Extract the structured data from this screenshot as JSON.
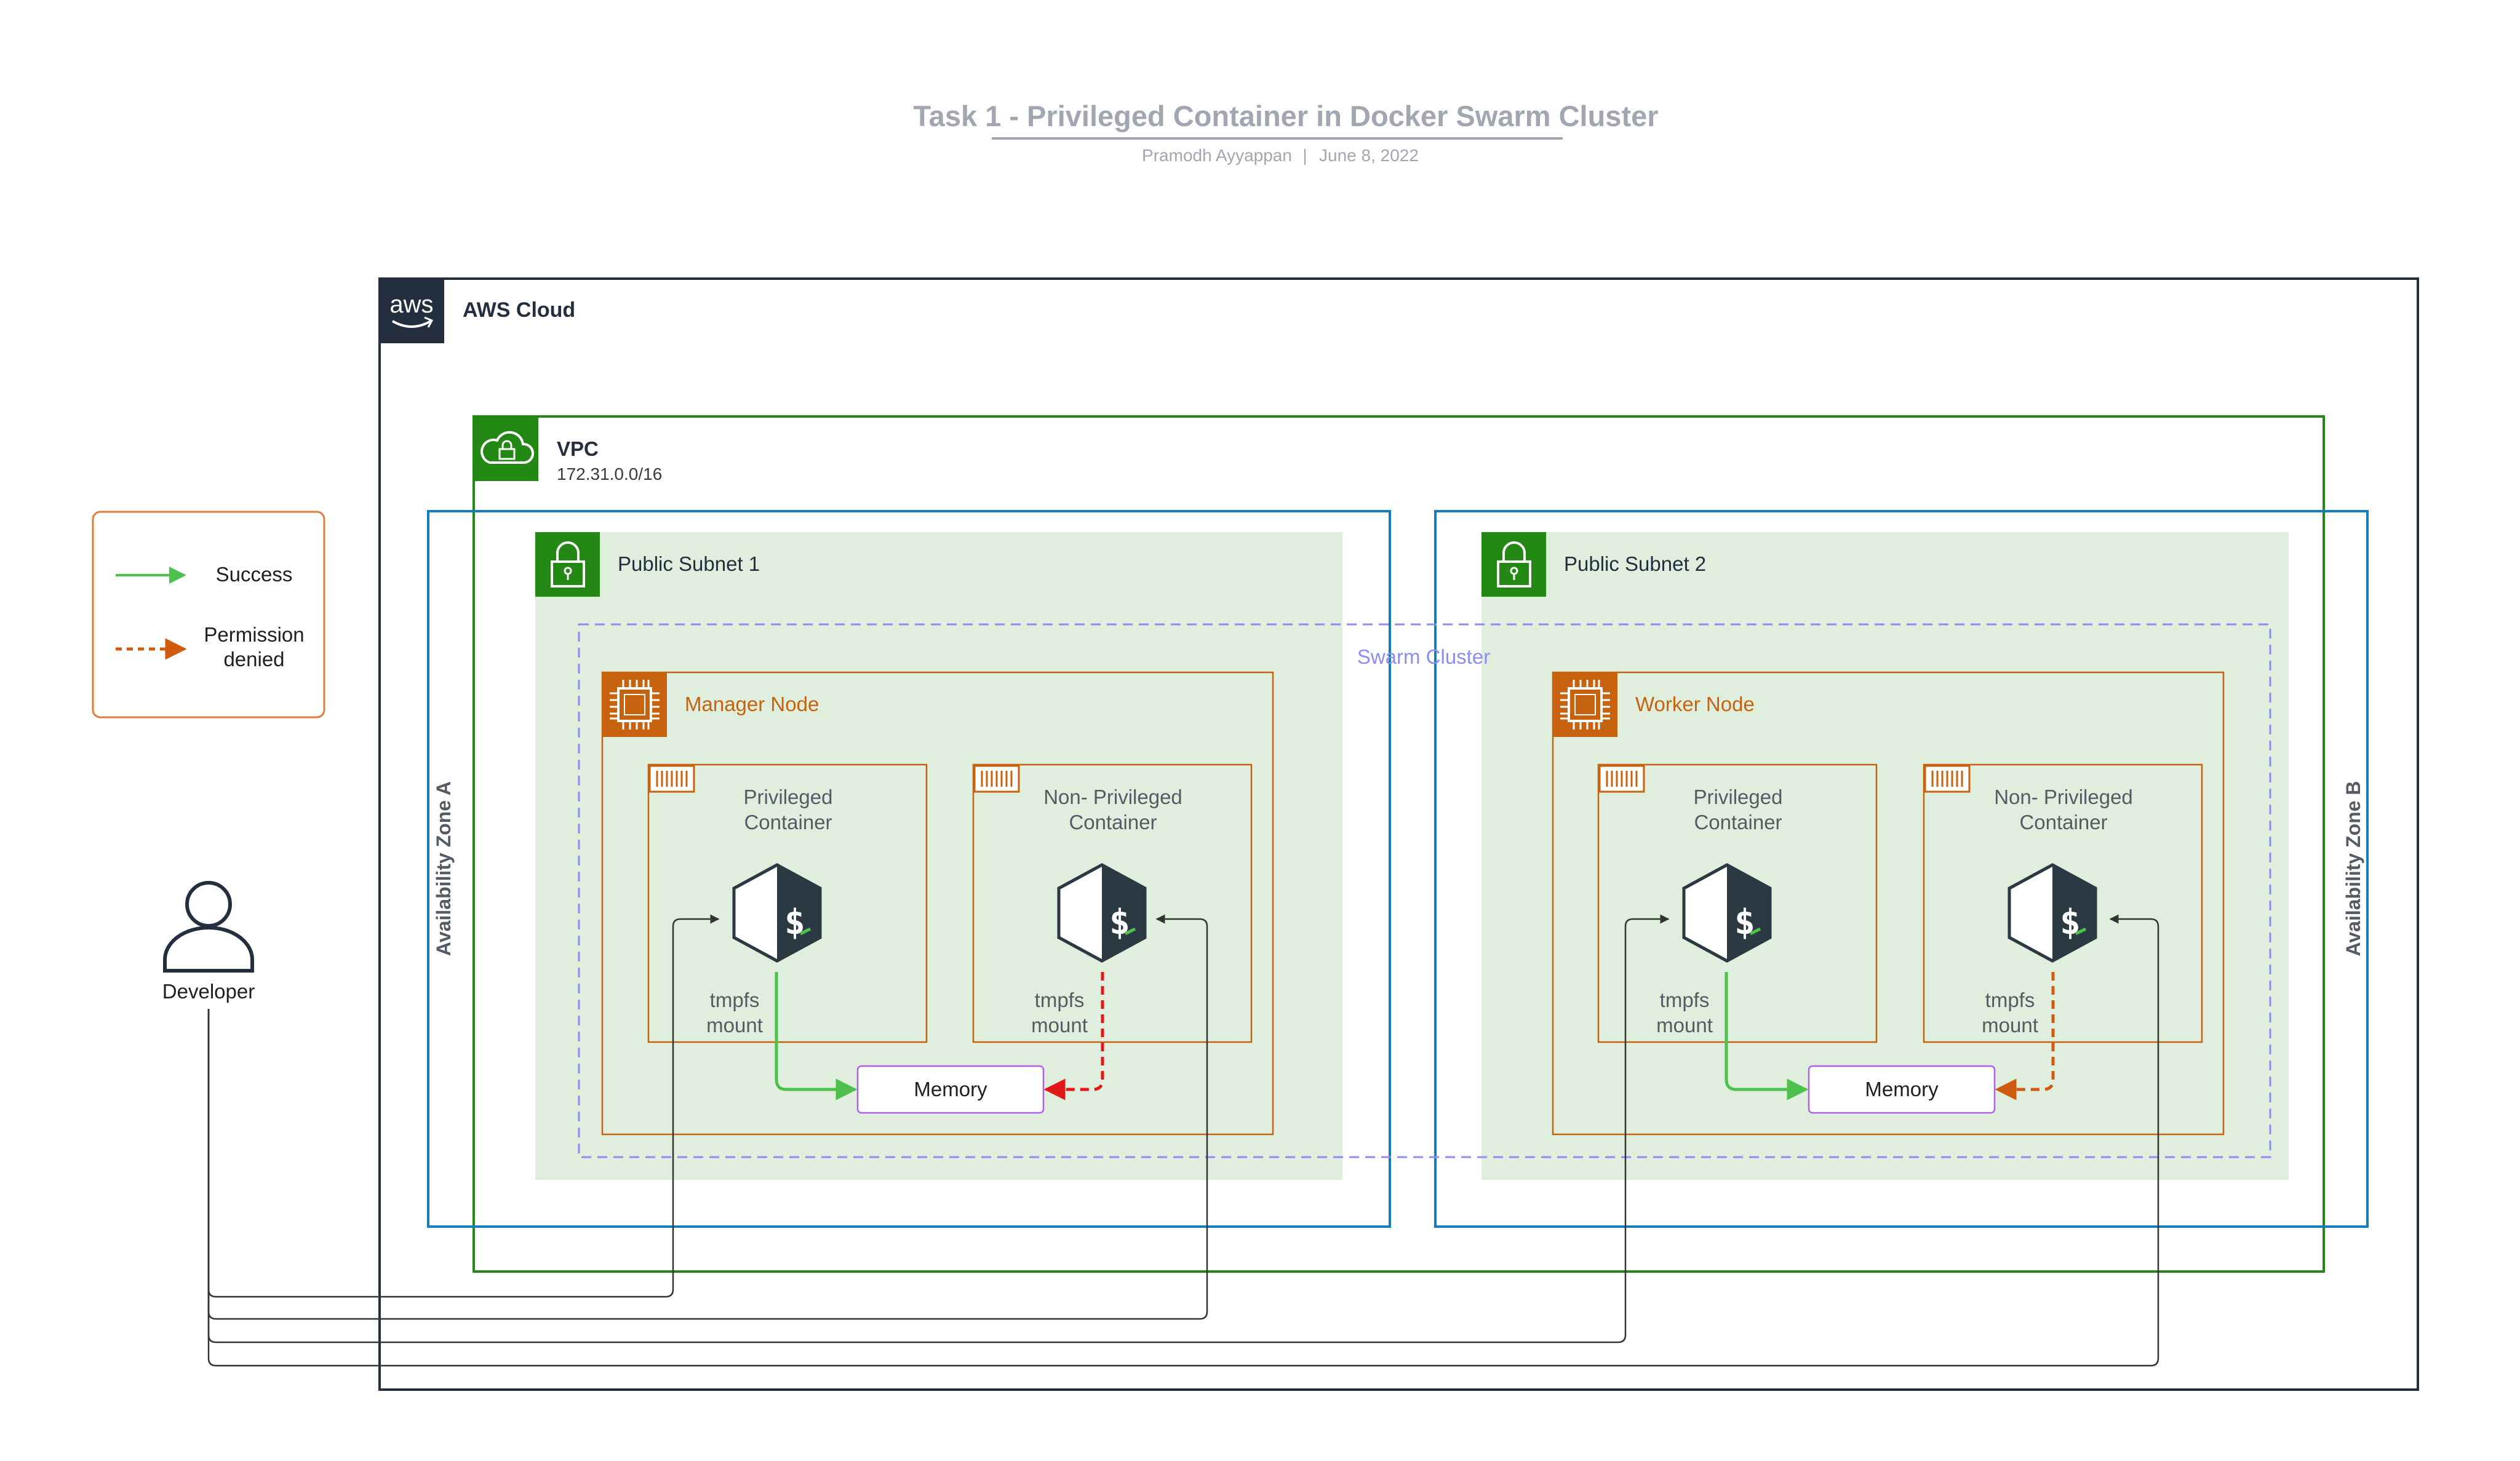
{
  "header": {
    "title": "Task 1 - Privileged Container in Docker Swarm Cluster",
    "author": "Pramodh Ayyappan",
    "separator": "|",
    "date": "June 8, 2022"
  },
  "legend": {
    "success_label": "Success",
    "denied_label_line1": "Permission",
    "denied_label_line2": "denied"
  },
  "developer": {
    "label": "Developer",
    "icon": "user-icon"
  },
  "aws_cloud": {
    "label": "AWS Cloud",
    "logo_text": "aws"
  },
  "vpc": {
    "label": "VPC",
    "cidr": "172.31.0.0/16",
    "icon": "cloud-lock-icon"
  },
  "zones": {
    "a": "Availability Zone A",
    "b": "Availability Zone B"
  },
  "subnets": {
    "s1": "Public Subnet 1",
    "s2": "Public Subnet 2",
    "icon": "padlock-icon"
  },
  "swarm": {
    "label": "Swarm Cluster"
  },
  "nodes": {
    "manager": {
      "label": "Manager Node",
      "privileged": {
        "line1": "Privileged",
        "line2": "Container"
      },
      "nonprivileged": {
        "line1": "Non- Privileged",
        "line2": "Container"
      },
      "mount1": {
        "line1": "tmpfs",
        "line2": "mount"
      },
      "mount2": {
        "line1": "tmpfs",
        "line2": "mount"
      },
      "memory": "Memory"
    },
    "worker": {
      "label": "Worker Node",
      "privileged": {
        "line1": "Privileged",
        "line2": "Container"
      },
      "nonprivileged": {
        "line1": "Non- Privileged",
        "line2": "Container"
      },
      "mount1": {
        "line1": "tmpfs",
        "line2": "mount"
      },
      "mount2": {
        "line1": "tmpfs",
        "line2": "mount"
      },
      "memory": "Memory"
    }
  },
  "colors": {
    "aws_dark": "#232F3E",
    "vpc_green": "#248814",
    "az_blue": "#147EBA",
    "subnet_fill": "#E0EFDD",
    "ec2_orange": "#C7620E",
    "swarm_purple": "#8C8CF5",
    "memory_purple": "#B15FF0",
    "success_green": "#4EC04E",
    "denied_red": "#E01818",
    "legend_denied": "#D05B10",
    "header_gray": "#A1A6B2"
  }
}
